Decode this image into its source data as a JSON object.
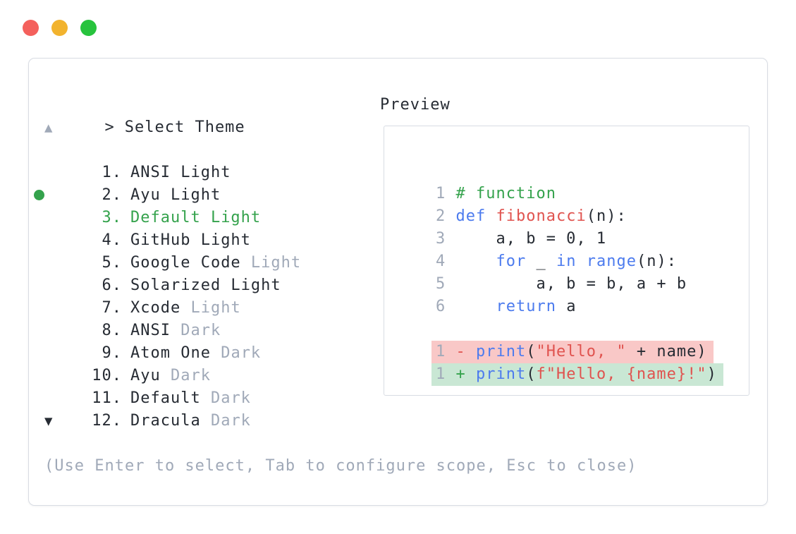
{
  "colors": {
    "text_dark": "#262b33",
    "muted_gray": "#a0a9b8",
    "accent_green": "#34a24c",
    "keyword_blue": "#4c7bee",
    "function_red": "#e0534f",
    "string_red": "#e0534f",
    "comment_green": "#34a24c",
    "diff_removed_bg": "#f9c8c7",
    "diff_added_bg": "#c9e7d4",
    "panel_border": "#d8dce3",
    "traffic_red": "#f4605c",
    "traffic_yellow": "#f2b32e",
    "traffic_green": "#27c33d"
  },
  "picker": {
    "prompt_symbol": ">",
    "title": "Select Theme",
    "scroll_up_symbol": "▲",
    "scroll_down_symbol": "▼",
    "selected_number": "3.",
    "items": [
      {
        "number": "1.",
        "name": "ANSI Light",
        "variant": "",
        "selected": false
      },
      {
        "number": "2.",
        "name": "Ayu Light",
        "variant": "",
        "selected": false
      },
      {
        "number": "3.",
        "name": "Default Light",
        "variant": "",
        "selected": true
      },
      {
        "number": "4.",
        "name": "GitHub Light",
        "variant": "",
        "selected": false
      },
      {
        "number": "5.",
        "name": "Google Code",
        "variant": "Light",
        "selected": false
      },
      {
        "number": "6.",
        "name": "Solarized Light",
        "variant": "",
        "selected": false
      },
      {
        "number": "7.",
        "name": "Xcode",
        "variant": "Light",
        "selected": false
      },
      {
        "number": "8.",
        "name": "ANSI",
        "variant": "Dark",
        "selected": false
      },
      {
        "number": "9.",
        "name": "Atom One",
        "variant": "Dark",
        "selected": false
      },
      {
        "number": "10.",
        "name": "Ayu",
        "variant": "Dark",
        "selected": false
      },
      {
        "number": "11.",
        "name": "Default",
        "variant": "Dark",
        "selected": false
      },
      {
        "number": "12.",
        "name": "Dracula",
        "variant": "Dark",
        "selected": false
      }
    ],
    "help_text": "(Use Enter to select, Tab to configure scope, Esc to close)"
  },
  "preview": {
    "title": "Preview",
    "lines": [
      {
        "num": "1",
        "diff": "",
        "segs": [
          [
            "com",
            "# function"
          ]
        ]
      },
      {
        "num": "2",
        "diff": "",
        "segs": [
          [
            "kw",
            "def"
          ],
          [
            "plain",
            " "
          ],
          [
            "fn",
            "fibonacci"
          ],
          [
            "plain",
            "(n):"
          ]
        ]
      },
      {
        "num": "3",
        "diff": "",
        "segs": [
          [
            "plain",
            "    a, b = 0, 1"
          ]
        ]
      },
      {
        "num": "4",
        "diff": "",
        "segs": [
          [
            "plain",
            "    "
          ],
          [
            "kw",
            "for"
          ],
          [
            "plain",
            " _ "
          ],
          [
            "kw",
            "in"
          ],
          [
            "plain",
            " "
          ],
          [
            "kw",
            "range"
          ],
          [
            "plain",
            "(n):"
          ]
        ]
      },
      {
        "num": "5",
        "diff": "",
        "segs": [
          [
            "plain",
            "        a, b = b, a + b"
          ]
        ]
      },
      {
        "num": "6",
        "diff": "",
        "segs": [
          [
            "plain",
            "    "
          ],
          [
            "kw",
            "return"
          ],
          [
            "plain",
            " a"
          ]
        ]
      },
      {
        "num": "",
        "diff": "",
        "segs": []
      },
      {
        "num": "1",
        "diff": "del",
        "segs": [
          [
            "minus",
            "- "
          ],
          [
            "kw",
            "print"
          ],
          [
            "plain",
            "("
          ],
          [
            "str",
            "\"Hello, \""
          ],
          [
            "plain",
            " + name)"
          ]
        ]
      },
      {
        "num": "1",
        "diff": "add",
        "segs": [
          [
            "plus",
            "+ "
          ],
          [
            "kw",
            "print"
          ],
          [
            "plain",
            "("
          ],
          [
            "str",
            "f\"Hello, {name}!\""
          ],
          [
            "plain",
            ")"
          ]
        ]
      }
    ]
  }
}
